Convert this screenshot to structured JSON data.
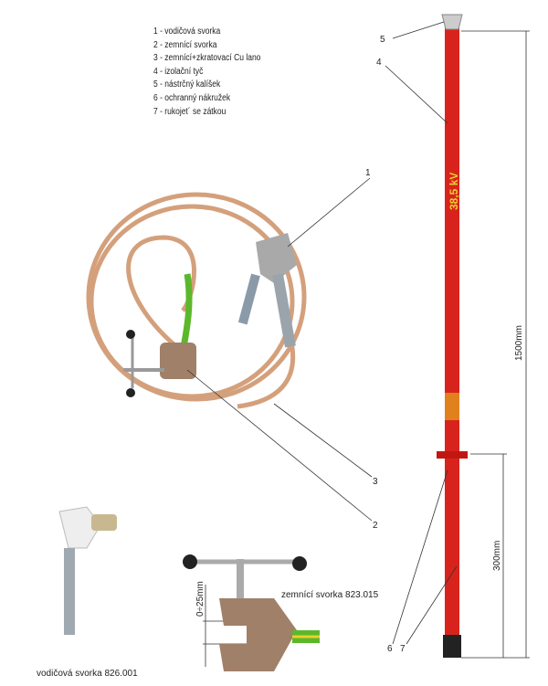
{
  "legend": [
    "1 - vodičová svorka",
    "2 - zemnící svorka",
    "3 - zemnící+zkratovací Cu lano",
    "4 - izolační tyč",
    "5 - nástrčný kalíšek",
    "6 - ochranný nákružek",
    "7 - rukojet´ se zátkou"
  ],
  "callouts": [
    "1",
    "2",
    "3",
    "4",
    "5",
    "6",
    "7"
  ],
  "pole_label": "38,5 kV",
  "dimensions": {
    "total": "1500mm",
    "handle": "300mm",
    "clamp_range": "0÷25mm"
  },
  "captions": {
    "conductor_clamp": "vodičová svorka 826.001",
    "earth_clamp": "zemnící svorka 823.015"
  },
  "colors": {
    "pole": "#d8231c",
    "cable": "#d9a07a",
    "clamp": "#a08068",
    "green_sleeve": "#5cb82a"
  }
}
